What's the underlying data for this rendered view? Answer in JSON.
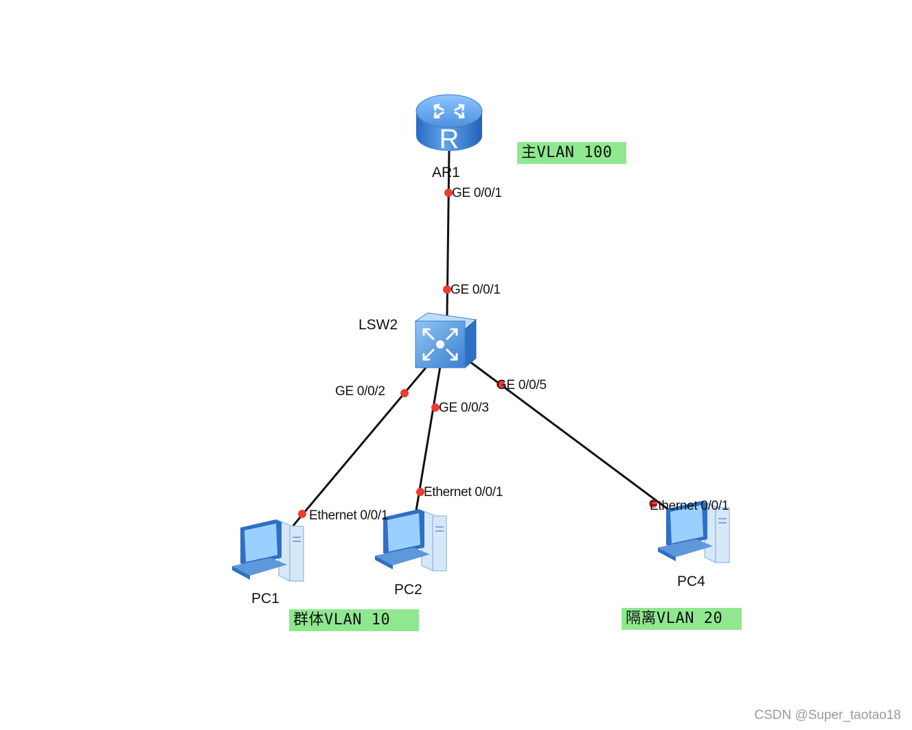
{
  "devices": {
    "router": {
      "name": "AR1",
      "glyph": "R"
    },
    "switch": {
      "name": "LSW2"
    },
    "pc1": {
      "name": "PC1"
    },
    "pc2": {
      "name": "PC2"
    },
    "pc4": {
      "name": "PC4"
    }
  },
  "links": [
    {
      "from": "AR1",
      "from_port": "GE 0/0/1",
      "to": "LSW2",
      "to_port": "GE 0/0/1"
    },
    {
      "from": "LSW2",
      "from_port": "GE 0/0/2",
      "to": "PC1",
      "to_port": "Ethernet 0/0/1"
    },
    {
      "from": "LSW2",
      "from_port": "GE 0/0/3",
      "to": "PC2",
      "to_port": "Ethernet 0/0/1"
    },
    {
      "from": "LSW2",
      "from_port": "GE 0/0/5",
      "to": "PC4",
      "to_port": "Ethernet 0/0/1"
    }
  ],
  "vlan_tags": {
    "primary": "主VLAN 100",
    "community": "群体VLAN 10",
    "isolated": "隔离VLAN 20"
  },
  "colors": {
    "port_dot": "#f03a32",
    "link": "#111111",
    "vlan_tag_bg": "#8fe88f",
    "device_blue": "#3f7fcf"
  },
  "watermark": "CSDN @Super_taotao18"
}
